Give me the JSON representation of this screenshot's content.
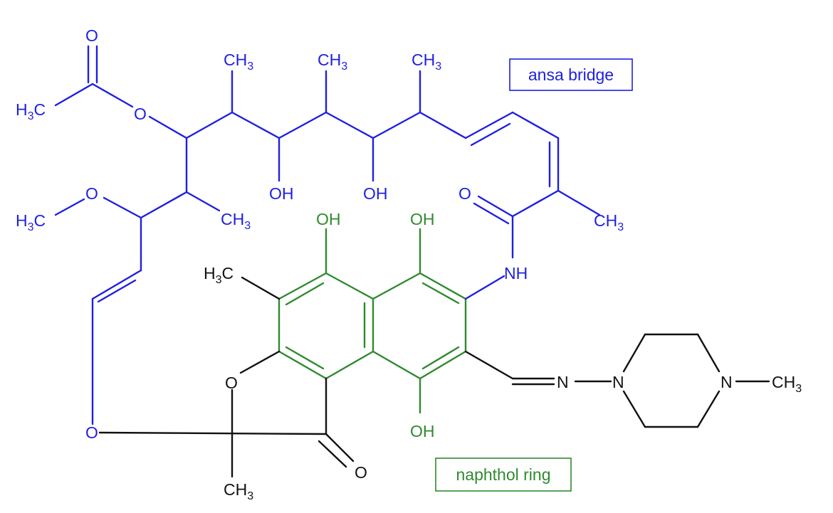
{
  "colors": {
    "ansa": "#1f1fe0",
    "naphthol": "#2f8a2f",
    "core": "#111111"
  },
  "legend": {
    "ansa_label": "ansa bridge",
    "naphthol_label": "naphthol ring"
  },
  "atoms": {
    "O": "O",
    "OH": "OH",
    "NH": "NH",
    "N": "N",
    "H": "H",
    "C": "C",
    "three": "3",
    "CH": "CH"
  }
}
